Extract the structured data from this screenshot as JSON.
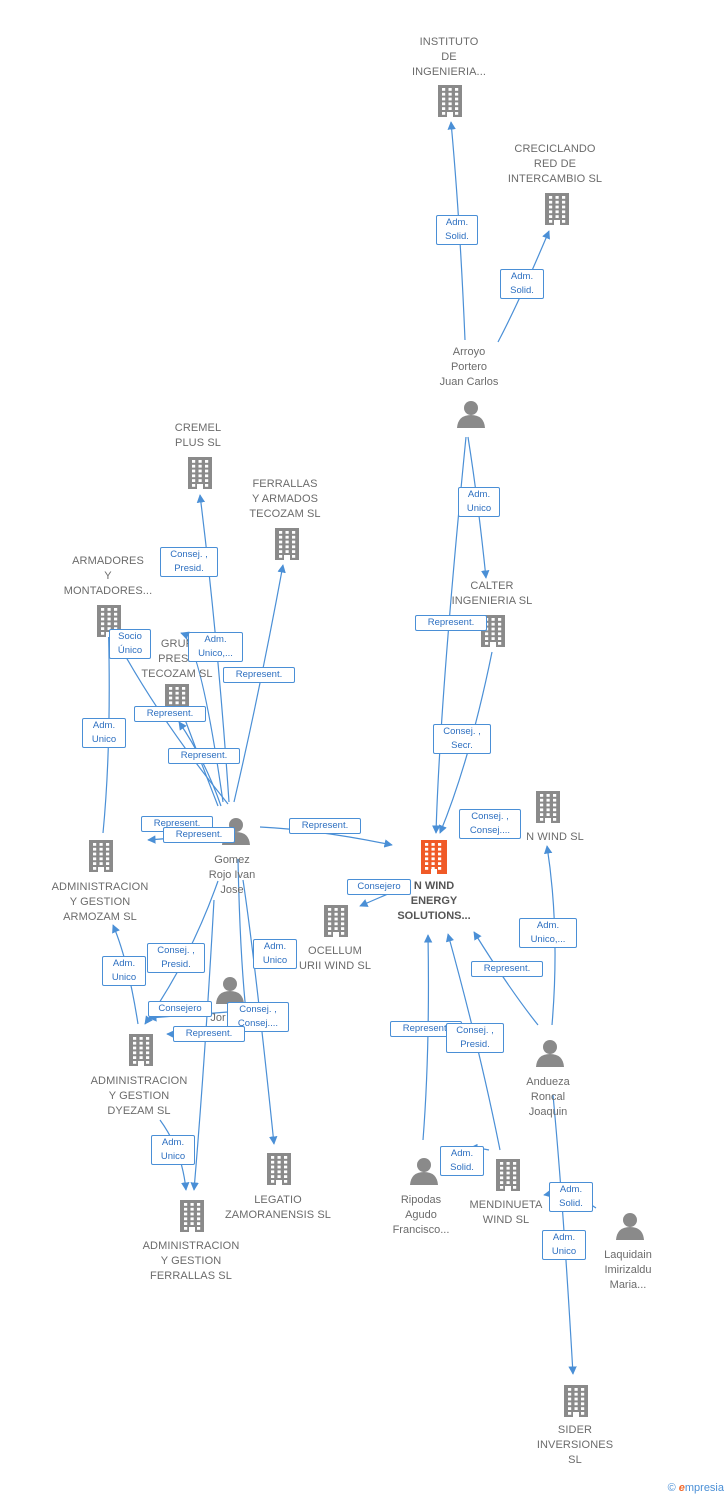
{
  "colors": {
    "edge": "#4a8fd6",
    "node": "#8a8a8a",
    "focus": "#f05a28",
    "text": "#6b6b6b"
  },
  "nodes": [
    {
      "id": "instituto",
      "kind": "company",
      "lines": [
        "INSTITUTO",
        "DE",
        "INGENIERIA..."
      ]
    },
    {
      "id": "creciclando",
      "kind": "company",
      "lines": [
        "CRECICLANDO",
        "RED DE",
        "INTERCAMBIO SL"
      ]
    },
    {
      "id": "arroyo",
      "kind": "person",
      "lines": [
        "Arroyo",
        "Portero",
        "Juan Carlos"
      ]
    },
    {
      "id": "calter",
      "kind": "company",
      "lines": [
        "CALTER",
        "INGENIERIA SL"
      ]
    },
    {
      "id": "cremel",
      "kind": "company",
      "lines": [
        "CREMEL",
        "PLUS SL"
      ]
    },
    {
      "id": "ferrallas",
      "kind": "company",
      "lines": [
        "FERRALLAS",
        "Y ARMADOS",
        "TECOZAM SL"
      ]
    },
    {
      "id": "armadores",
      "kind": "company",
      "lines": [
        "ARMADORES",
        "Y",
        "MONTADORES..."
      ]
    },
    {
      "id": "grupo",
      "kind": "company",
      "lines": [
        "GRUP",
        "PRESA",
        "TECOZAM  SL"
      ]
    },
    {
      "id": "gomez",
      "kind": "person",
      "lines": [
        "Gomez",
        "Rojo Ivan",
        "Jose"
      ]
    },
    {
      "id": "focus",
      "kind": "focus",
      "lines": [
        "N WIND",
        "ENERGY",
        "SOLUTIONS..."
      ]
    },
    {
      "id": "nwind",
      "kind": "company",
      "lines": [
        "N WIND  SL"
      ]
    },
    {
      "id": "armozam",
      "kind": "company",
      "lines": [
        "ADMINISTRACION",
        "Y GESTION",
        "ARMOZAM SL"
      ]
    },
    {
      "id": "ocellum",
      "kind": "company",
      "lines": [
        "OCELLUM",
        "URII WIND  SL"
      ]
    },
    {
      "id": "person2",
      "kind": "person",
      "lines": [
        "Jor"
      ]
    },
    {
      "id": "dyezam",
      "kind": "company",
      "lines": [
        "ADMINISTRACION",
        "Y GESTION",
        "DYEZAM SL"
      ]
    },
    {
      "id": "andueza",
      "kind": "person",
      "lines": [
        "Andueza",
        "Roncal",
        "Joaquin"
      ]
    },
    {
      "id": "legatio",
      "kind": "company",
      "lines": [
        "LEGATIO",
        "ZAMORANENSIS SL"
      ]
    },
    {
      "id": "ripodas",
      "kind": "person",
      "lines": [
        "Ripodas",
        "Agudo",
        "Francisco..."
      ]
    },
    {
      "id": "mendinueta",
      "kind": "company",
      "lines": [
        "MENDINUETA",
        "WIND  SL"
      ]
    },
    {
      "id": "laquidain",
      "kind": "person",
      "lines": [
        "Laquidain",
        "Imirizaldu",
        "Maria..."
      ]
    },
    {
      "id": "ferrallas_gestion",
      "kind": "company",
      "lines": [
        "ADMINISTRACION",
        "Y GESTION",
        "FERRALLAS SL"
      ]
    },
    {
      "id": "sider",
      "kind": "company",
      "lines": [
        "SIDER",
        "INVERSIONES",
        "SL"
      ]
    }
  ],
  "edges": [
    {
      "label": [
        "Adm.",
        "Solid."
      ]
    },
    {
      "label": [
        "Adm.",
        "Solid."
      ]
    },
    {
      "label": [
        "Adm.",
        "Unico"
      ]
    },
    {
      "label": [
        "Represent."
      ]
    },
    {
      "label": [
        "Consej. ,",
        "Secr."
      ]
    },
    {
      "label": [
        "Consej. ,",
        "Presid."
      ]
    },
    {
      "label": [
        "Adm.",
        "Unico,..."
      ]
    },
    {
      "label": [
        "Represent."
      ]
    },
    {
      "label": [
        "Socio",
        "Único"
      ]
    },
    {
      "label": [
        "Represent."
      ]
    },
    {
      "label": [
        "Represent."
      ]
    },
    {
      "label": [
        "Adm.",
        "Unico"
      ]
    },
    {
      "label": [
        "Represent."
      ]
    },
    {
      "label": [
        "Represent."
      ]
    },
    {
      "label": [
        "Represent."
      ]
    },
    {
      "label": [
        "Consejero"
      ]
    },
    {
      "label": [
        "Consej. ,",
        "Consej...."
      ]
    },
    {
      "label": [
        "Adm.",
        "Unico,..."
      ]
    },
    {
      "label": [
        "Represent."
      ]
    },
    {
      "label": [
        "Consej. ,",
        "Presid."
      ]
    },
    {
      "label": [
        "Adm.",
        "Unico"
      ]
    },
    {
      "label": [
        "Adm.",
        "Unico"
      ]
    },
    {
      "label": [
        "Consejero"
      ]
    },
    {
      "label": [
        "Represent."
      ]
    },
    {
      "label": [
        "Consej. ,",
        "Consej...."
      ]
    },
    {
      "label": [
        "Adm.",
        "Unico"
      ]
    },
    {
      "label": [
        "Represent."
      ]
    },
    {
      "label": [
        "Consej. ,",
        "Presid."
      ]
    },
    {
      "label": [
        "Adm.",
        "Solid."
      ]
    },
    {
      "label": [
        "Adm.",
        "Solid."
      ]
    },
    {
      "label": [
        "Adm.",
        "Unico"
      ]
    }
  ],
  "footer": {
    "copyright": "©",
    "brand_first": "e",
    "brand_rest": "mpresia"
  }
}
